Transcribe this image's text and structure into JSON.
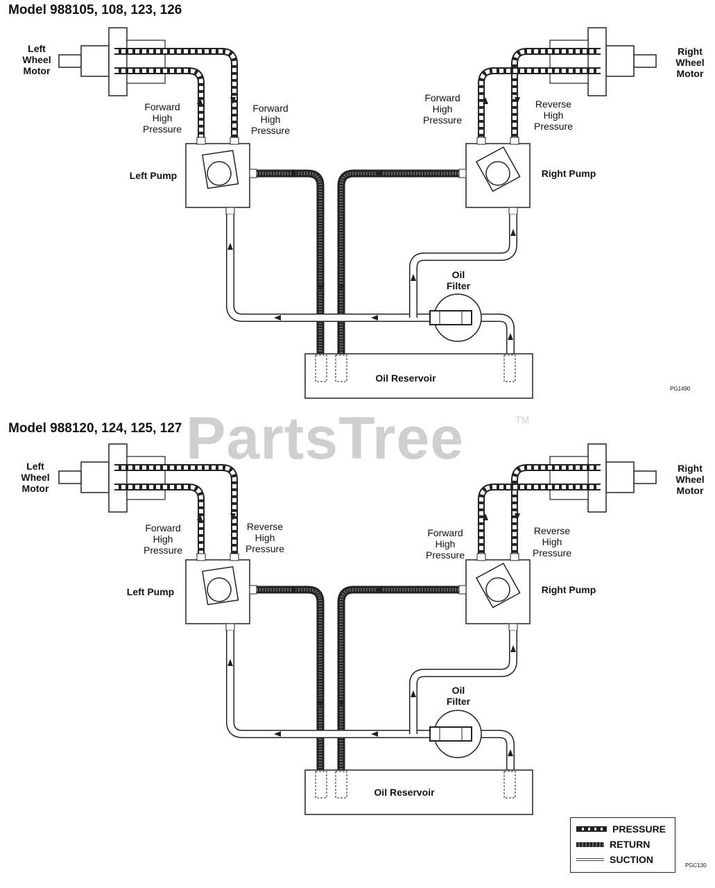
{
  "watermark": {
    "text": "PartsTree",
    "tm": "TM"
  },
  "legend": {
    "pressure": "PRESSURE",
    "return": "RETURN",
    "suction": "SUCTION"
  },
  "diagrams": [
    {
      "title": "Model 988105, 108, 123, 126",
      "left_motor": "Left\nWheel\nMotor",
      "right_motor": "Right\nWheel\nMotor",
      "left_line_a": "Forward\nHigh\nPressure",
      "left_line_b": "Forward\nHigh\nPressure",
      "right_line_a": "Forward\nHigh\nPressure",
      "right_line_b": "Reverse\nHigh\nPressure",
      "left_pump": "Left Pump",
      "right_pump": "Right Pump",
      "filter": "Oil\nFilter",
      "reservoir": "Oil Reservoir",
      "code": "PG1490"
    },
    {
      "title": "Model 988120, 124, 125, 127",
      "left_motor": "Left\nWheel\nMotor",
      "right_motor": "Right\nWheel\nMotor",
      "left_line_a": "Forward\nHigh\nPressure",
      "left_line_b": "Reverse\nHigh\nPressure",
      "right_line_a": "Forward\nHigh\nPressure",
      "right_line_b": "Reverse\nHigh\nPressure",
      "left_pump": "Left Pump",
      "right_pump": "Right Pump",
      "filter": "Oil\nFilter",
      "reservoir": "Oil Reservoir",
      "code": "PGC130"
    }
  ]
}
